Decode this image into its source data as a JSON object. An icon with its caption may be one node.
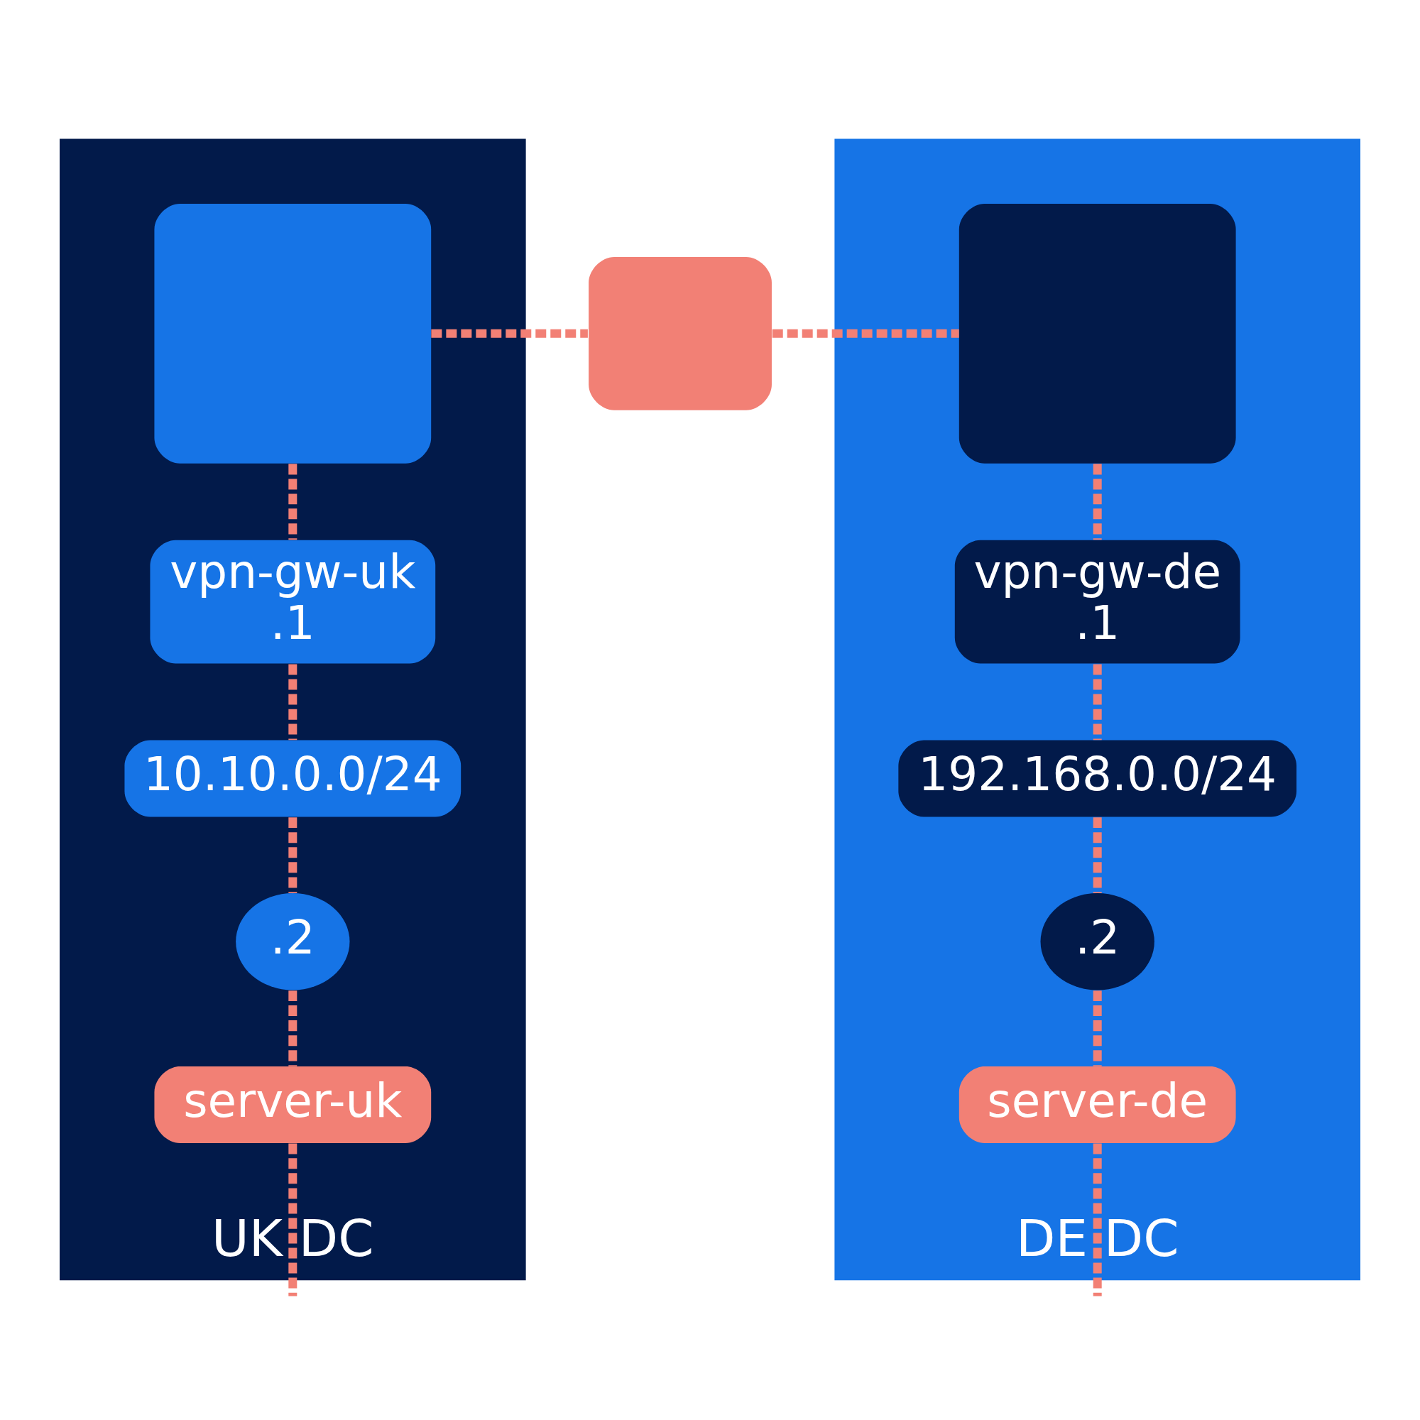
{
  "diagram": {
    "nodes": [
      {
        "text": [
          "UK DC"
        ]
      },
      {
        "text": [
          "DE DC"
        ]
      },
      {
        "text": [],
        "shape": "box",
        "in": 0
      },
      {
        "text": [],
        "shape": "box"
      },
      {
        "text": [],
        "shape": "box",
        "in": 1
      },
      {
        "text": [
          "vpn-gw-uk",
          ".1"
        ],
        "in": 0
      },
      {
        "text": [
          "10.10.0.0/24"
        ],
        "in": 0
      },
      {
        "text": [
          ".2"
        ],
        "in": 0
      },
      {
        "text": [
          "server-uk"
        ],
        "in": 0
      },
      {
        "text": [
          "vpn-gw-de",
          ".1"
        ],
        "in": 1
      },
      {
        "text": [
          "192.168.0.0/24"
        ],
        "in": 1
      },
      {
        "text": [
          ".2"
        ],
        "in": 1
      },
      {
        "text": [
          "server-de"
        ],
        "in": 1
      }
    ],
    "edges": [
      {
        "from": 2,
        "to": 3,
        "arrow": "none",
        "style": "dashed"
      },
      {
        "from": 3,
        "to": 4,
        "arrow": "none",
        "style": "dashed"
      },
      {
        "from": 2,
        "to": 5,
        "arrow": "none",
        "style": "dashed"
      },
      {
        "from": 5,
        "to": 6,
        "arrow": "none",
        "style": "dashed"
      },
      {
        "from": 6,
        "to": 7,
        "arrow": "none",
        "style": "dashed"
      },
      {
        "from": 7,
        "to": 8,
        "arrow": "none",
        "style": "dashed"
      },
      {
        "from": 8,
        "to": null,
        "arrow": "none",
        "style": "dashed"
      },
      {
        "from": 4,
        "to": 9,
        "arrow": "none",
        "style": "dashed"
      },
      {
        "from": 9,
        "to": 10,
        "arrow": "none",
        "style": "dashed"
      },
      {
        "from": 10,
        "to": 11,
        "arrow": "none",
        "style": "dashed"
      },
      {
        "from": 11,
        "to": 12,
        "arrow": "none",
        "style": "dashed"
      },
      {
        "from": 12,
        "to": null,
        "arrow": "none",
        "style": "dashed"
      }
    ]
  }
}
